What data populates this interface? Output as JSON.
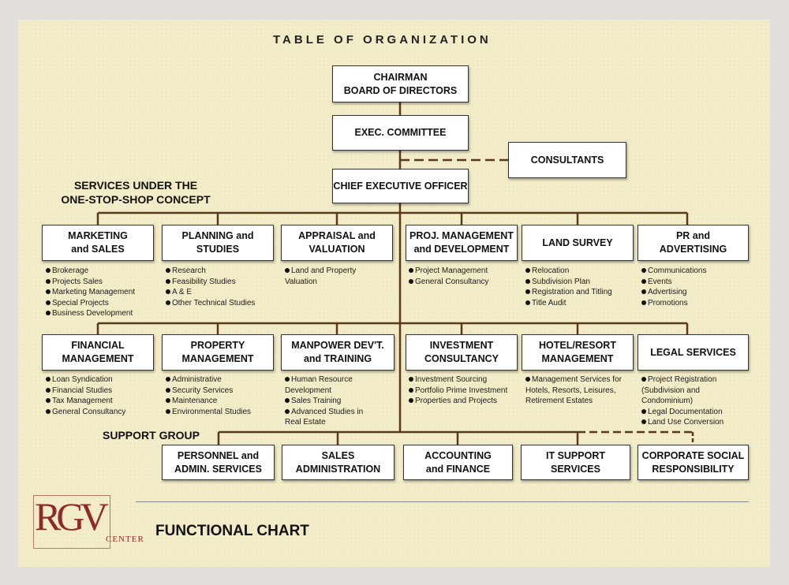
{
  "title": "TABLE OF ORGANIZATION",
  "top": {
    "chairman": "CHAIRMAN\nBOARD OF DIRECTORS",
    "exec": "EXEC. COMMITTEE",
    "consultants": "CONSULTANTS",
    "ceo": "CHIEF EXECUTIVE OFFICER"
  },
  "services_heading": "SERVICES UNDER THE\nONE-STOP-SHOP CONCEPT",
  "support_heading": "SUPPORT GROUP",
  "row1": [
    {
      "label": "MARKETING\nand SALES",
      "items": [
        "Brokerage",
        "Projects Sales",
        "Marketing Management",
        "Special Projects",
        "Business Development"
      ]
    },
    {
      "label": "PLANNING and\nSTUDIES",
      "items": [
        "Research",
        "Feasibility Studies",
        "A & E",
        "Other Technical Studies"
      ]
    },
    {
      "label": "APPRAISAL and\nVALUATION",
      "items": [
        "Land and Property\nValuation"
      ]
    },
    {
      "label": "PROJ. MANAGEMENT\nand DEVELOPMENT",
      "items": [
        "Project Management",
        "General Consultancy"
      ]
    },
    {
      "label": "LAND SURVEY",
      "items": [
        "Relocation",
        "Subdivision Plan",
        "Registration and Titling",
        "Title Audit"
      ]
    },
    {
      "label": "PR and\nADVERTISING",
      "items": [
        "Communications",
        "Events",
        "Advertising",
        "Promotions"
      ]
    }
  ],
  "row2": [
    {
      "label": "FINANCIAL\nMANAGEMENT",
      "items": [
        "Loan Syndication",
        "Financial Studies",
        "Tax Management",
        "General Consultancy"
      ]
    },
    {
      "label": "PROPERTY\nMANAGEMENT",
      "items": [
        "Administrative",
        "Security Services",
        "Maintenance",
        "Environmental Studies"
      ]
    },
    {
      "label": "MANPOWER DEV'T.\nand TRAINING",
      "items": [
        "Human Resource\nDevelopment",
        "Sales Training",
        "Advanced Studies in\nReal Estate"
      ]
    },
    {
      "label": "INVESTMENT\nCONSULTANCY",
      "items": [
        "Investment Sourcing",
        "Portfolio Prime Investment",
        "Properties and Projects"
      ]
    },
    {
      "label": "HOTEL/RESORT\nMANAGEMENT",
      "items": [
        "Management Services for\nHotels, Resorts,  Leisures,\nRetirement Estates"
      ]
    },
    {
      "label": "LEGAL SERVICES",
      "items": [
        "Project Registration\n (Subdivision and\n  Condominium)",
        "Legal Documentation",
        "Land Use Conversion"
      ]
    }
  ],
  "support": [
    {
      "label": "PERSONNEL and\nADMIN. SERVICES"
    },
    {
      "label": "SALES\nADMINISTRATION"
    },
    {
      "label": "ACCOUNTING\nand FINANCE"
    },
    {
      "label": "IT SUPPORT\nSERVICES"
    },
    {
      "label": "CORPORATE SOCIAL\nRESPONSIBILITY"
    }
  ],
  "logo": {
    "letters": "RGV",
    "sub": "CENTER"
  },
  "footer": "FUNCTIONAL CHART",
  "colors": {
    "line": "#5a3a18",
    "background": "#f2ecc8",
    "logo": "#8e2a2a"
  }
}
